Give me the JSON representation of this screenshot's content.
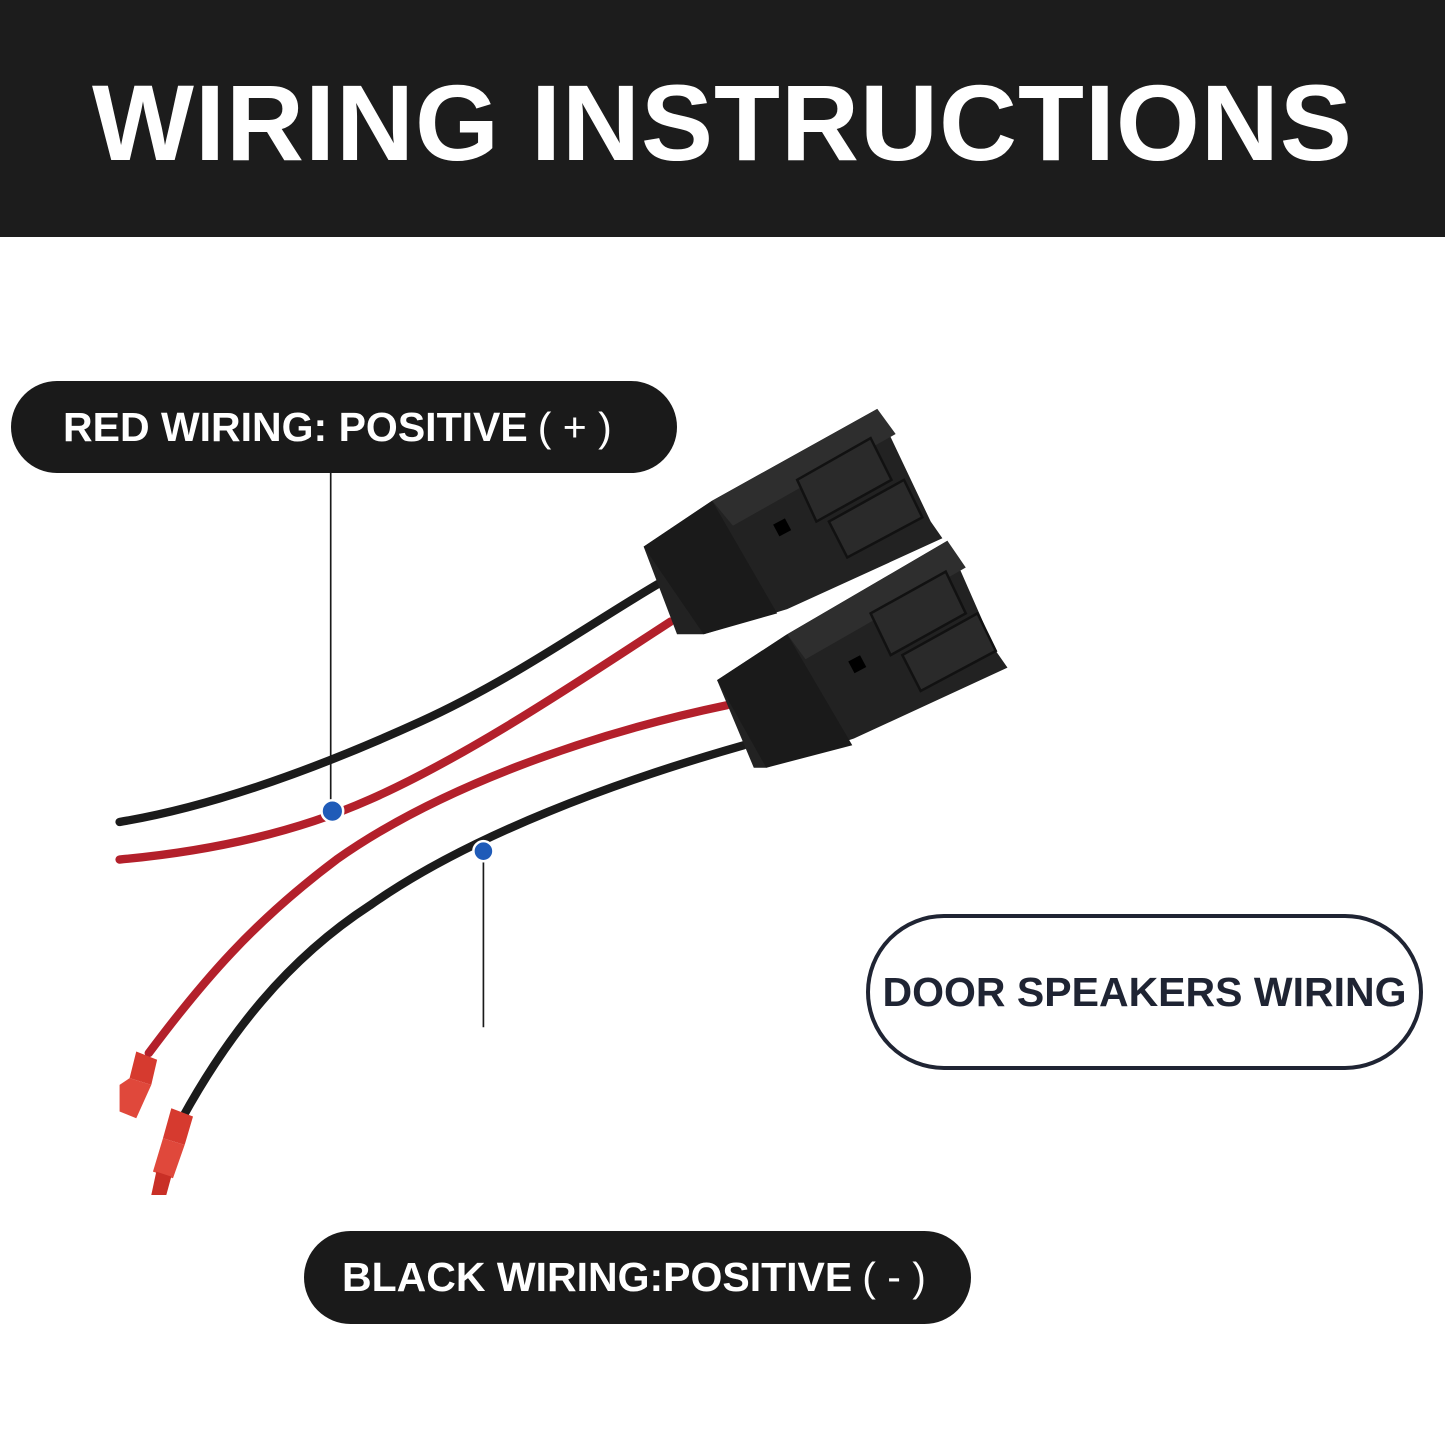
{
  "header": {
    "title": "WIRING INSTRUCTIONS"
  },
  "labels": {
    "red_wiring": {
      "main": "RED WIRING: POSITIVE",
      "sign": "( + )"
    },
    "black_wiring": {
      "main": "BLACK WIRING:POSITIVE",
      "sign": "( - )"
    },
    "door_speakers": "DOOR SPEAKERS WIRING"
  },
  "colors": {
    "header_bg": "#1c1c1c",
    "header_text": "#ffffff",
    "pill_bg": "#1a1a1a",
    "red_wire": "#b3202b",
    "black_wire": "#1b1b1b",
    "connector": "#222222",
    "marker": "#1f5bb8",
    "outline": "#1f2433"
  },
  "icons": [
    "connector-icon",
    "spade-terminal-icon",
    "marker-dot-icon"
  ]
}
